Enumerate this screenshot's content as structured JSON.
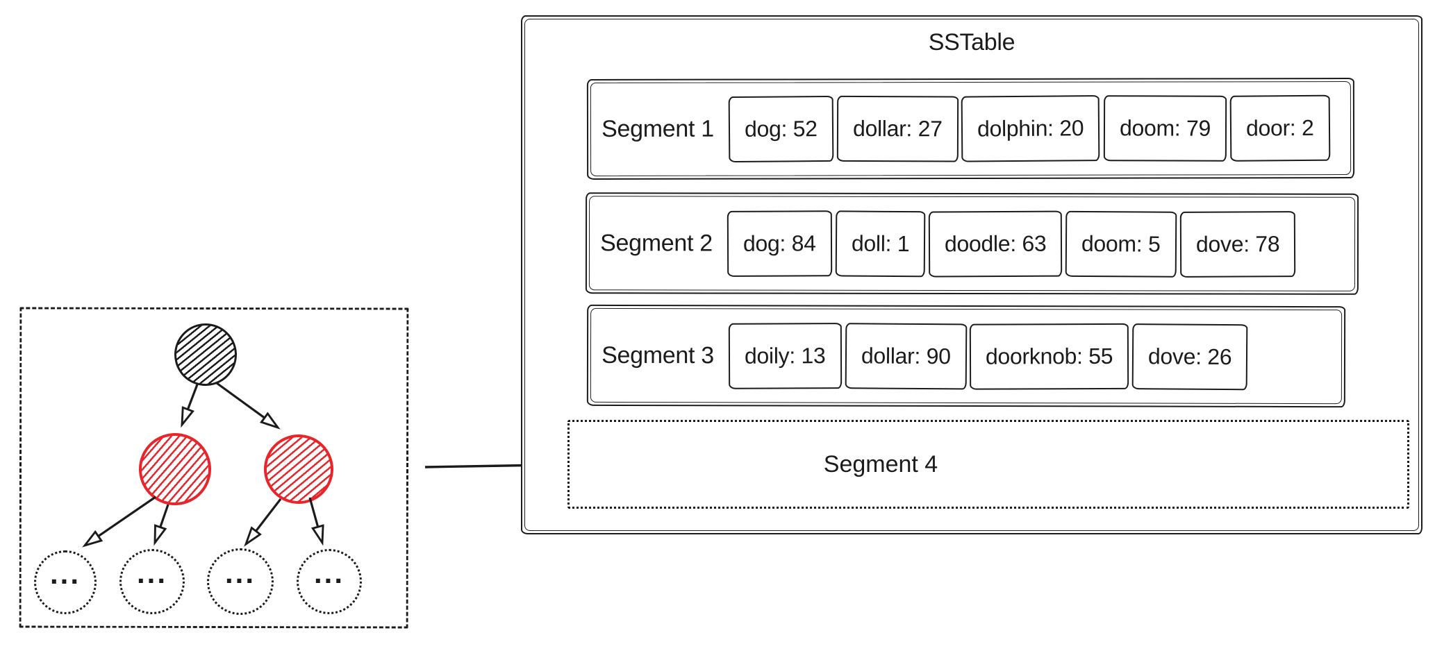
{
  "diagram": {
    "title": "SSTable",
    "segments": [
      {
        "label": "Segment 1",
        "entries": [
          "dog: 52",
          "dollar: 27",
          "dolphin: 20",
          "doom: 79",
          "door: 2"
        ]
      },
      {
        "label": "Segment 2",
        "entries": [
          "dog: 84",
          "doll: 1",
          "doodle: 63",
          "doom: 5",
          "dove: 78"
        ]
      },
      {
        "label": "Segment 3",
        "entries": [
          "doily: 13",
          "dollar: 90",
          "doorknob: 55",
          "dove: 26"
        ]
      },
      {
        "label": "Segment 4",
        "entries": []
      }
    ],
    "tree": {
      "leaves": [
        "...",
        "...",
        "...",
        "..."
      ]
    },
    "colors": {
      "stroke": "#1b1b1b",
      "highlight_red": "#e8252a",
      "background": "#ffffff"
    }
  }
}
